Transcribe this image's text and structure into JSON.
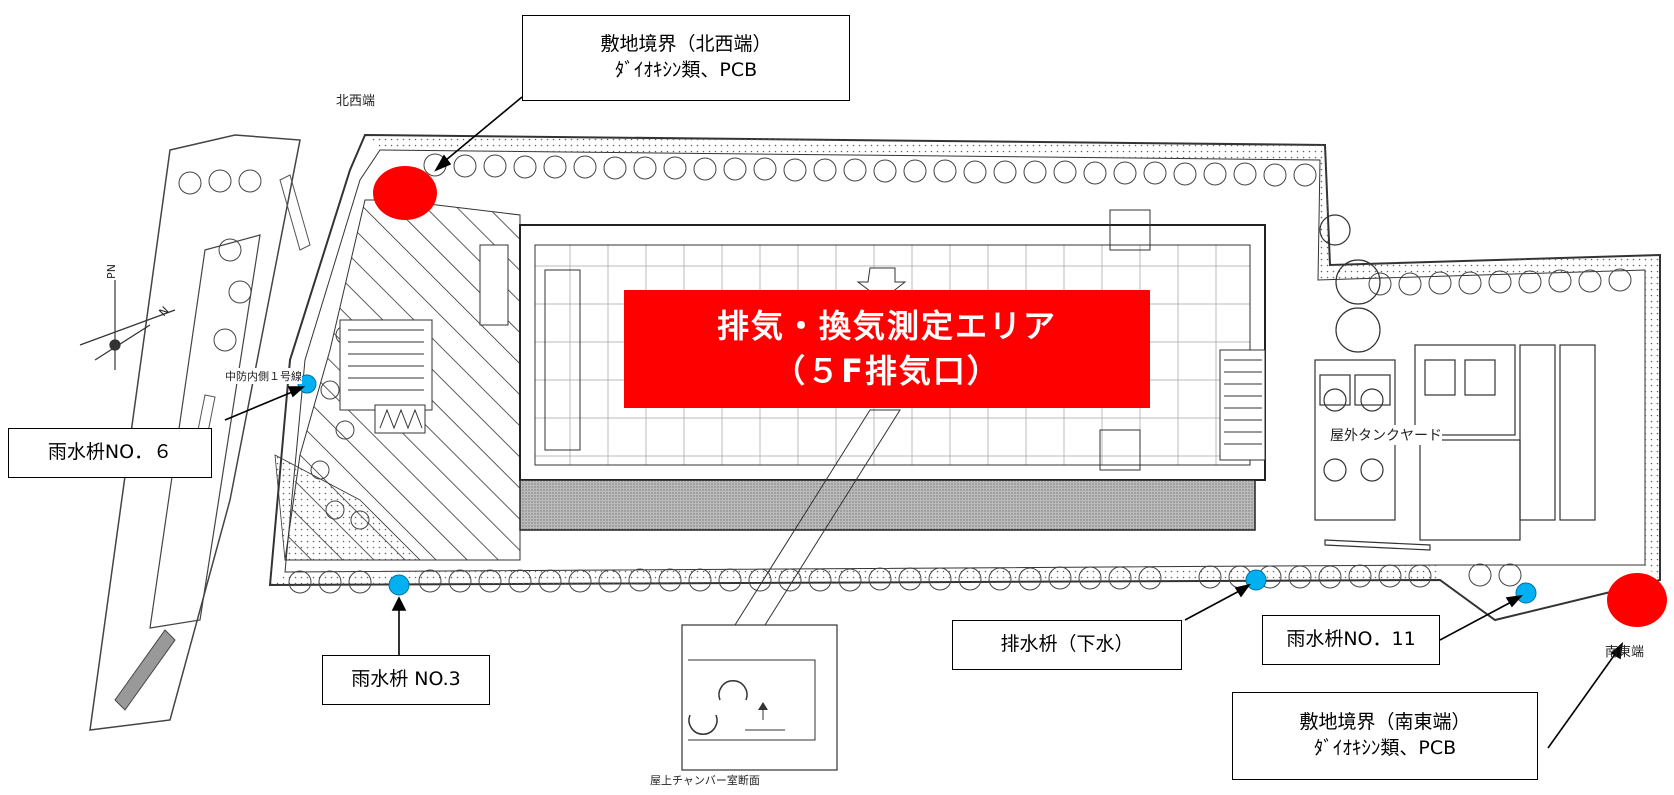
{
  "labels": {
    "boundary_nw": {
      "line1": "敷地境界（北西端）",
      "line2": "ﾀﾞｲｵｷｼﾝ類、PCB"
    },
    "boundary_se": {
      "line1": "敷地境界（南東端）",
      "line2": "ﾀﾞｲｵｷｼﾝ類、PCB"
    },
    "rain_no6": "雨水枡NO．６",
    "rain_no3": "雨水枡 NO.3",
    "drain_sewer": "排水枡（下水）",
    "rain_no11": "雨水枡NO．11",
    "exhaust_area_line1": "排気・換気測定エリア",
    "exhaust_area_line2": "（５F排気口）",
    "corner_nw": "北西端",
    "corner_se": "南東端",
    "chamber_section": "屋上チャンバー室断面",
    "outdoor_tank_yard": "屋外タンクヤード",
    "gate_label": "中防内側１号線",
    "north_pn": "PN",
    "north_n": "N"
  },
  "colors": {
    "sampling_boundary": "#ff0000",
    "sampling_water": "#00b0f0",
    "exhaust_area": "#ff0000"
  }
}
